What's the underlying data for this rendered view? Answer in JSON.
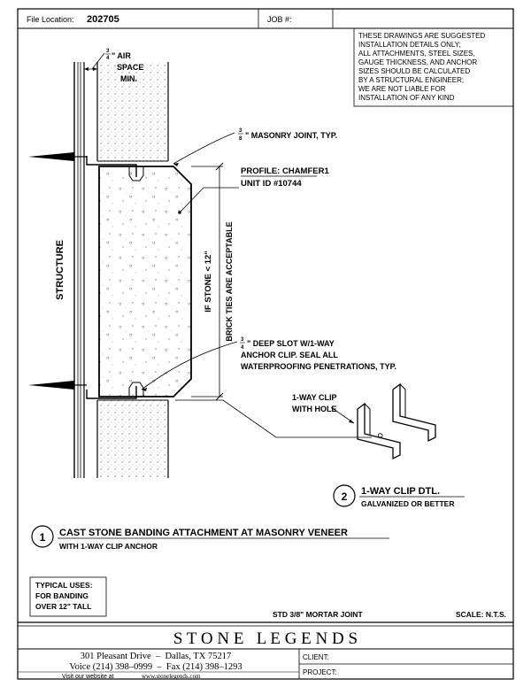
{
  "header": {
    "file_location_label": "File Location:",
    "file_location_value": "202705",
    "job_label": "JOB #:"
  },
  "disclaimer": [
    "THESE DRAWINGS ARE SUGGESTED",
    "INSTALLATION DETAILS ONLY;",
    "ALL ATTACHMENTS, STEEL SIZES,",
    "GAUGE THICKNESS, AND ANCHOR",
    "SIZES SHOULD BE CALCULATED",
    "BY A STRUCTURAL ENGINEER;",
    "WE ARE NOT LIABLE FOR",
    "INSTALLATION OF ANY KIND"
  ],
  "labels": {
    "air_space_frac_num": "3",
    "air_space_frac_den": "4",
    "air_space_line1": "\" AIR",
    "air_space_line2": "SPACE",
    "air_space_line3": "MIN.",
    "masonry_joint_frac_num": "3",
    "masonry_joint_frac_den": "8",
    "masonry_joint": "\" MASONRY JOINT, TYP.",
    "profile": "PROFILE: CHAMFER1",
    "unit_id": "UNIT ID #10744",
    "structure": "STRUCTURE",
    "if_stone": "IF STONE < 12\"",
    "brick_ties": "BRICK TIES ARE ACCEPTABLE",
    "deep_slot_frac_num": "3",
    "deep_slot_frac_den": "4",
    "deep_slot_line1": "\" DEEP SLOT W/1-WAY",
    "deep_slot_line2": "ANCHOR CLIP. SEAL ALL",
    "deep_slot_line3": "WATERPROOFING PENETRATIONS, TYP.",
    "clip_line1": "1-WAY CLIP",
    "clip_line2": "WITH HOLE"
  },
  "detail2": {
    "number": "2",
    "title": "1-WAY CLIP DTL.",
    "subtitle": "GALVANIZED OR BETTER"
  },
  "detail1": {
    "number": "1",
    "title": "CAST STONE BANDING ATTACHMENT AT MASONRY VENEER",
    "subtitle": "WITH 1-WAY CLIP ANCHOR"
  },
  "typical_uses": [
    "TYPICAL USES:",
    "FOR BANDING",
    "OVER 12\" TALL"
  ],
  "mortar_joint": "STD 3/8\" MORTAR JOINT",
  "scale": "SCALE: N.T.S.",
  "company": "S T O N E   L E G E N D S",
  "address": "301 Pleasant Drive  –  Dallas, TX 75217",
  "phone": "Voice (214) 398–0999  –  Fax (214) 398–1293",
  "website_label": "Visit our website at",
  "website": "www.stonelegends.com",
  "client_label": "CLIENT:",
  "project_label": "PROJECT:"
}
